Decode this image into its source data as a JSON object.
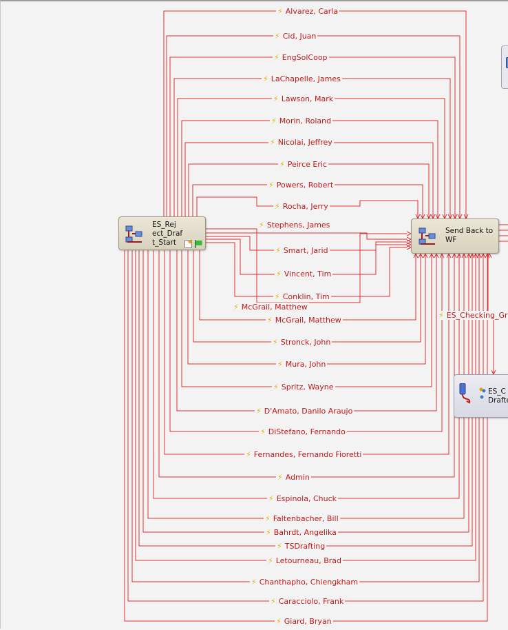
{
  "nodes": {
    "start": {
      "label": "ES_Reject_Draft_Start",
      "lines": [
        "ES_Rej",
        "ect_Draf",
        "t_Start"
      ]
    },
    "sendback": {
      "label": "Send Back to WF",
      "lines": [
        "Send Back to",
        "WF"
      ]
    },
    "checking": {
      "lines": [
        "ES_C",
        "Drafte"
      ]
    }
  },
  "labels": [
    "Alvarez, Carla",
    "Cid, Juan",
    "EngSolCoop",
    "LaChapelle, James",
    "Lawson, Mark",
    "Morin, Roland",
    "Nicolai, Jeffrey",
    "Peirce Eric",
    "Powers, Robert",
    "Rocha, Jerry",
    "Stephens, James",
    "Smart, Jarid",
    "Vincent, Tim",
    "Conklin, Tim",
    "McGrail, Matthew",
    "McGrail, Matthew",
    "ES_Checking_Gr",
    "Stronck, John",
    "Mura, John",
    "Spritz, Wayne",
    "D'Amato, Danilo Araujo",
    "DiStefano, Fernando",
    "Fernandes, Fernando Fioretti",
    "Admin",
    "Espinola, Chuck",
    "Faltenbacher, Bill",
    "Bahrdt, Angelika",
    "TSDrafting",
    "Letourneau, Brad",
    "Chanthapho, Chiengkham",
    "Caracciolo, Frank",
    "Giard, Bryan"
  ],
  "colors": {
    "edge": "#e03030",
    "bolt": "#e2b400",
    "node_bg": "#e2dccb"
  }
}
